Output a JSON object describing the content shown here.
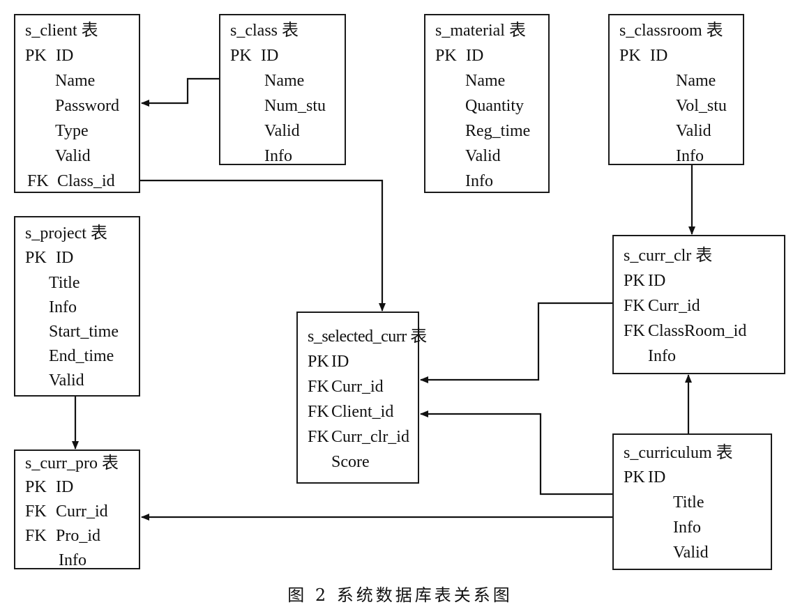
{
  "diagram": {
    "caption": "图 2 系统数据库表关系图",
    "tables": [
      {
        "id": "s_client",
        "title": "s_client 表",
        "fields": [
          {
            "key": "PK",
            "name": "ID"
          },
          {
            "key": "",
            "name": "Name"
          },
          {
            "key": "",
            "name": "Password"
          },
          {
            "key": "",
            "name": "Type"
          },
          {
            "key": "",
            "name": "Valid"
          },
          {
            "key": "FK",
            "name": "Class_id"
          }
        ]
      },
      {
        "id": "s_class",
        "title": "s_class 表",
        "fields": [
          {
            "key": "PK",
            "name": "ID"
          },
          {
            "key": "",
            "name": "Name"
          },
          {
            "key": "",
            "name": "Num_stu"
          },
          {
            "key": "",
            "name": "Valid"
          },
          {
            "key": "",
            "name": "Info"
          }
        ]
      },
      {
        "id": "s_material",
        "title": "s_material 表",
        "fields": [
          {
            "key": "PK",
            "name": "ID"
          },
          {
            "key": "",
            "name": "Name"
          },
          {
            "key": "",
            "name": "Quantity"
          },
          {
            "key": "",
            "name": "Reg_time"
          },
          {
            "key": "",
            "name": "Valid"
          },
          {
            "key": "",
            "name": "Info"
          }
        ]
      },
      {
        "id": "s_classroom",
        "title": "s_classroom 表",
        "fields": [
          {
            "key": "PK",
            "name": "ID"
          },
          {
            "key": "",
            "name": "Name"
          },
          {
            "key": "",
            "name": "Vol_stu"
          },
          {
            "key": "",
            "name": "Valid"
          },
          {
            "key": "",
            "name": "Info"
          }
        ]
      },
      {
        "id": "s_project",
        "title": "s_project 表",
        "fields": [
          {
            "key": "PK",
            "name": "ID"
          },
          {
            "key": "",
            "name": "Title"
          },
          {
            "key": "",
            "name": "Info"
          },
          {
            "key": "",
            "name": "Start_time"
          },
          {
            "key": "",
            "name": "End_time"
          },
          {
            "key": "",
            "name": "Valid"
          }
        ]
      },
      {
        "id": "s_curr_pro",
        "title": "s_curr_pro 表",
        "fields": [
          {
            "key": "PK",
            "name": "ID"
          },
          {
            "key": "FK",
            "name": "Curr_id"
          },
          {
            "key": "FK",
            "name": "Pro_id"
          },
          {
            "key": "",
            "name": "Info"
          }
        ]
      },
      {
        "id": "s_selected_curr",
        "title": "s_selected_curr 表",
        "fields": [
          {
            "key": "PK",
            "name": "ID"
          },
          {
            "key": "FK",
            "name": "Curr_id"
          },
          {
            "key": "FK",
            "name": "Client_id"
          },
          {
            "key": "FK",
            "name": "Curr_clr_id"
          },
          {
            "key": "",
            "name": "Score"
          }
        ]
      },
      {
        "id": "s_curr_clr",
        "title": "s_curr_clr 表",
        "fields": [
          {
            "key": "PK",
            "name": "ID"
          },
          {
            "key": "FK",
            "name": "Curr_id"
          },
          {
            "key": "FK",
            "name": "ClassRoom_id"
          },
          {
            "key": "",
            "name": "Info"
          }
        ]
      },
      {
        "id": "s_curriculum",
        "title": "s_curriculum 表",
        "fields": [
          {
            "key": "PK",
            "name": "ID"
          },
          {
            "key": "",
            "name": "Title"
          },
          {
            "key": "",
            "name": "Info"
          },
          {
            "key": "",
            "name": "Valid"
          }
        ]
      }
    ],
    "relations": [
      {
        "from": "s_class",
        "to": "s_client",
        "label": "s_class → s_client"
      },
      {
        "from": "s_client",
        "to": "s_selected_curr",
        "label": "s_client.Class_id → s_selected_curr"
      },
      {
        "from": "s_classroom",
        "to": "s_curr_clr",
        "label": "s_classroom → s_curr_clr"
      },
      {
        "from": "s_curr_clr",
        "to": "s_selected_curr",
        "label": "s_curr_clr → s_selected_curr.Curr_id"
      },
      {
        "from": "s_curriculum",
        "to": "s_selected_curr",
        "label": "s_curriculum → s_selected_curr.Client_id"
      },
      {
        "from": "s_curriculum",
        "to": "s_curr_clr",
        "label": "s_curriculum → s_curr_clr"
      },
      {
        "from": "s_project",
        "to": "s_curr_pro",
        "label": "s_project → s_curr_pro"
      },
      {
        "from": "s_curriculum",
        "to": "s_curr_pro",
        "label": "s_curriculum → s_curr_pro"
      }
    ]
  }
}
